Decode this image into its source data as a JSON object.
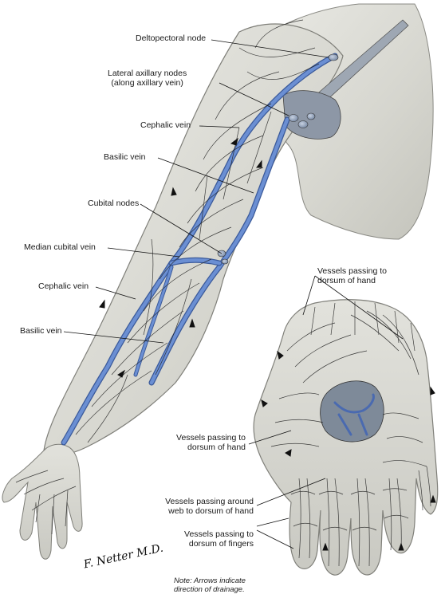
{
  "labels": {
    "deltopectoral_node": "Deltopectoral node",
    "lateral_axillary_nodes": [
      "Lateral axillary nodes",
      "(along axillary vein)"
    ],
    "cephalic_vein_upper": "Cephalic vein",
    "basilic_vein_upper": "Basilic vein",
    "cubital_nodes": "Cubital nodes",
    "median_cubital_vein": "Median cubital vein",
    "cephalic_vein_lower": "Cephalic vein",
    "basilic_vein_lower": "Basilic vein",
    "vessels_dorsum_hand_top": [
      "Vessels passing to",
      "dorsum of hand"
    ],
    "vessels_dorsum_hand_mid": [
      "Vessels passing to",
      "dorsum of hand"
    ],
    "vessels_web": [
      "Vessels passing around",
      "web to dorsum of hand"
    ],
    "vessels_fingers": [
      "Vessels passing to",
      "dorsum of fingers"
    ]
  },
  "note": [
    "Note: Arrows indicate",
    "direction of drainage."
  ],
  "signature": "F. Netter M.D.",
  "colors": {
    "vein": "#5b7fc7",
    "vein_edge": "#3b5a9a",
    "skin": "#dcdcd6",
    "skin_shade": "#b9b9b2",
    "lymph": "#1e1e1e",
    "node": "#8fa0b8"
  }
}
